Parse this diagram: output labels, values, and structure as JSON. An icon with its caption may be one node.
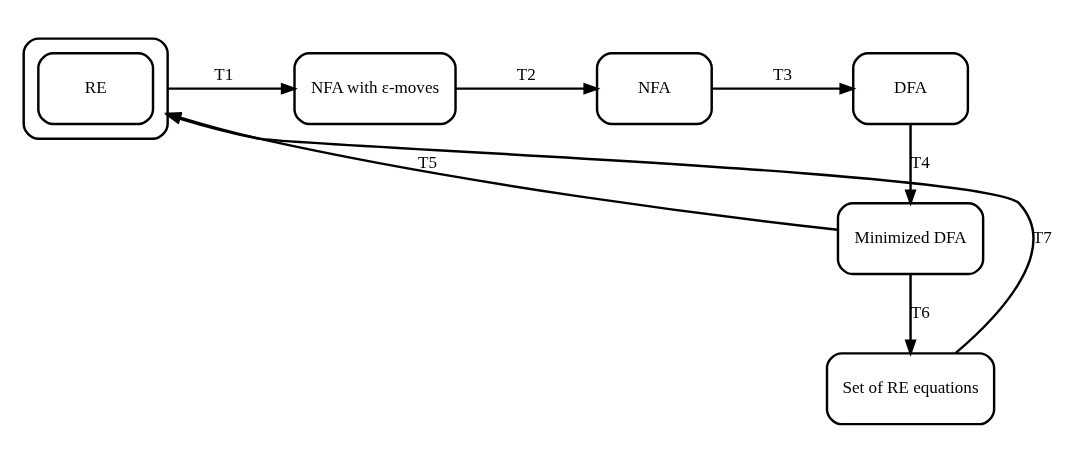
{
  "diagram": {
    "nodes": [
      {
        "text": [],
        "shape": "box"
      },
      {
        "text": [
          "RE"
        ],
        "in": 0
      },
      {
        "text": [
          "NFA with ε-moves"
        ]
      },
      {
        "text": [
          "NFA"
        ]
      },
      {
        "text": [
          "DFA"
        ]
      },
      {
        "text": [
          "Minimized DFA"
        ]
      },
      {
        "text": [
          "Set of RE equations"
        ]
      }
    ],
    "edges": [
      {
        "from": 0,
        "to": 2,
        "arrow": "to",
        "label": "T1"
      },
      {
        "from": 2,
        "to": 3,
        "arrow": "to",
        "label": "T2"
      },
      {
        "from": 3,
        "to": 4,
        "arrow": "to",
        "label": "T3"
      },
      {
        "from": 4,
        "to": 5,
        "arrow": "to",
        "label": "T4"
      },
      {
        "from": 5,
        "to": 0,
        "arrow": "to",
        "label": "T5"
      },
      {
        "from": 5,
        "to": 6,
        "arrow": "to",
        "label": "T6"
      },
      {
        "from": 6,
        "to": 0,
        "arrow": "to",
        "label": "T7"
      }
    ]
  }
}
